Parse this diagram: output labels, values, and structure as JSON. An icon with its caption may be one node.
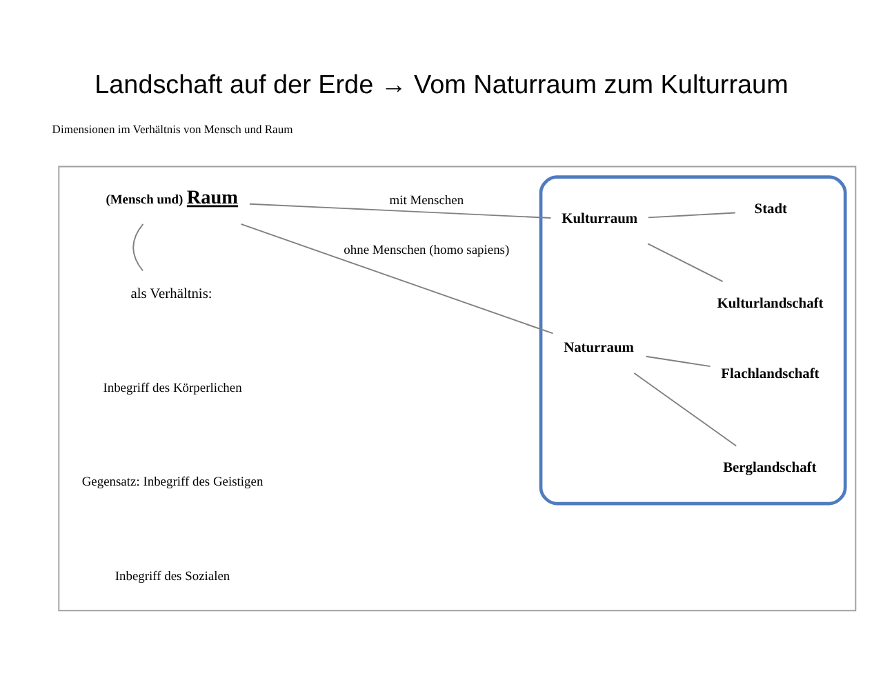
{
  "diagram": {
    "title": "Landschaft auf der Erde → Vom Naturraum zum Kulturraum",
    "caption": "Dimensionen im Verhältnis von Mensch und Raum",
    "nodes": [
      {
        "text": [],
        "shape": "box"
      },
      {
        "text": [
          "(Mensch und)",
          "Raum"
        ],
        "in": 0
      },
      {
        "text": [],
        "shape": "box",
        "in": 0
      },
      {
        "text": [
          "Naturraum"
        ],
        "in": 2
      },
      {
        "text": [
          "Flachlandschaft"
        ],
        "in": 2
      },
      {
        "text": [
          "Berglandschaft"
        ],
        "in": 2
      },
      {
        "text": [
          "Kulturraum"
        ],
        "in": 2
      },
      {
        "text": [
          "Stadt"
        ],
        "in": 2
      },
      {
        "text": [
          "Kulturlandschaft"
        ],
        "in": 2
      },
      {
        "text": [
          "als Verhältnis:"
        ],
        "in": 0
      }
    ],
    "edges": [
      {
        "from": 1,
        "to": 3,
        "arrow": "none",
        "label": "ohne Menschen (homo sapiens)"
      },
      {
        "from": 1,
        "to": 6,
        "arrow": "none",
        "label": "mit Menschen"
      },
      {
        "from": 3,
        "to": 4,
        "arrow": "none"
      },
      {
        "from": 3,
        "to": 5,
        "arrow": "none"
      },
      {
        "from": 6,
        "to": 7,
        "arrow": "none"
      },
      {
        "from": 6,
        "to": 8,
        "arrow": "none"
      },
      {
        "from": 1,
        "to": 9,
        "arrow": "none"
      }
    ],
    "labels": [
      "Inbegriff des Körperlichen",
      "Gegensatz: Inbegriff des Geistigen",
      "Inbegriff des Sozialen"
    ]
  }
}
